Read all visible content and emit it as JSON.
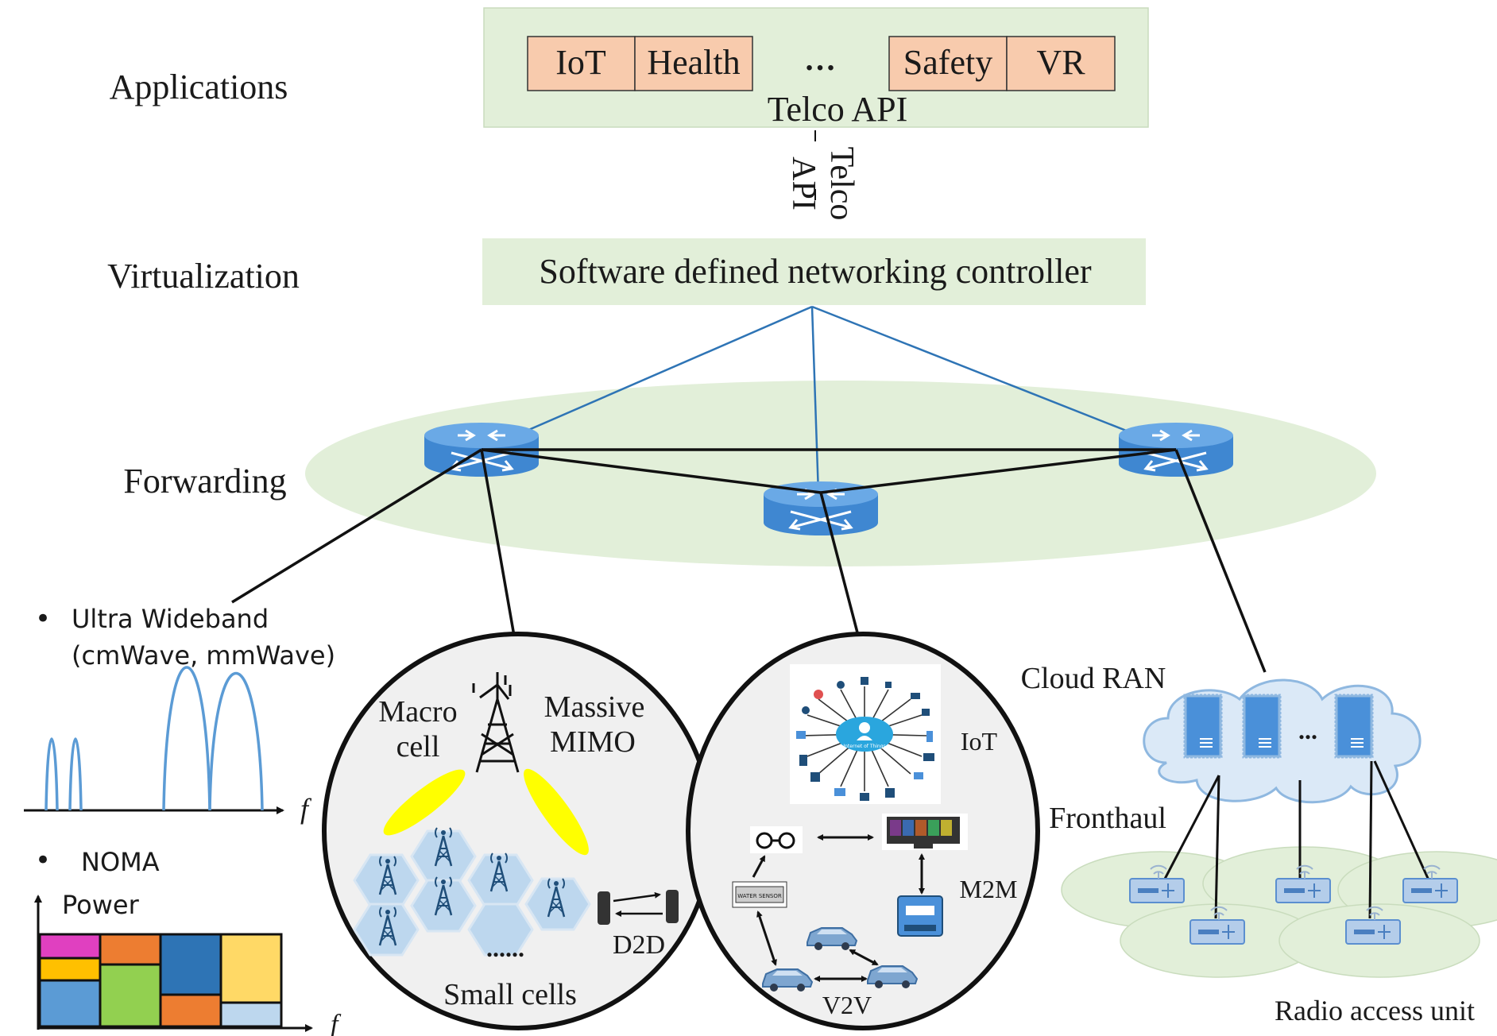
{
  "layers": {
    "applications": "Applications",
    "virtualization": "Virtualization",
    "forwarding": "Forwarding"
  },
  "apps": {
    "items": [
      "IoT",
      "Health",
      "…",
      "Safety",
      "VR"
    ],
    "telco_api": "Telco API"
  },
  "vertical_api": {
    "line1": "Telco",
    "line2": "API"
  },
  "sdn_controller": "Software defined networking controller",
  "spectrum": {
    "bullet": "•",
    "uwb_line1": "Ultra Wideband",
    "uwb_line2": "(cmWave, mmWave)",
    "f_label": "f"
  },
  "noma": {
    "bullet": "•",
    "title": "NOMA",
    "power_label": "Power",
    "f_label": "f"
  },
  "macro_circle": {
    "macro": [
      "Macro",
      "cell"
    ],
    "massive": [
      "Massive",
      "MIMO"
    ],
    "small_cells": "Small cells",
    "dots": "......",
    "d2d": "D2D"
  },
  "iot_circle": {
    "iot_hub": "Internet of Things",
    "iot": "IoT",
    "m2m": "M2M",
    "v2v": "V2V",
    "water_sensor": "WATER SENSOR"
  },
  "cran": {
    "title": "Cloud RAN",
    "dots": "...",
    "fronthaul": "Fronthaul",
    "radio_unit": "Radio access unit"
  },
  "colors": {
    "layer_green": "#e2efd9",
    "app_box": "#f8cbad",
    "router_blue": "#4a90d9",
    "sdn_link": "#2e74b5",
    "cloud": "#dbe9f7",
    "spectrum_line": "#5b9bd5",
    "beam": "#ffff00",
    "noma_magenta": "#e040c0",
    "noma_orange": "#ed7d31",
    "noma_yellow": "#ffc000",
    "noma_blue": "#5b9bd5",
    "noma_green": "#92d050",
    "noma_darkblue": "#2e74b5",
    "noma_lightyellow": "#ffd966",
    "noma_lightblue": "#bdd7ee"
  }
}
